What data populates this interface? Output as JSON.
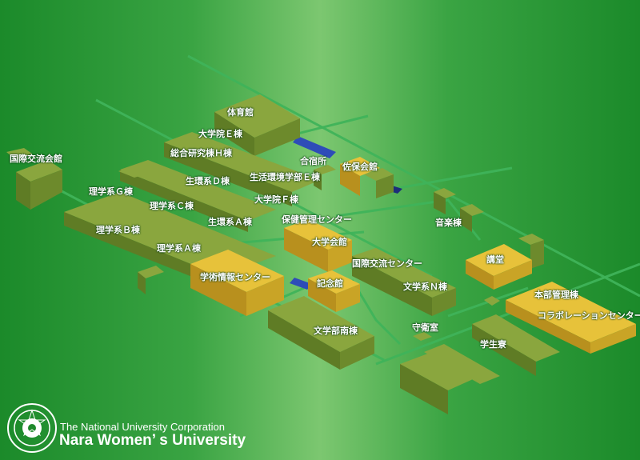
{
  "colors": {
    "bg_edge": "#1b8a2a",
    "bg_center": "#7cc770",
    "building_green_top": "#8aa63e",
    "building_green_side": "#5f7c25",
    "building_yellow_top": "#e7c23a",
    "building_yellow_side": "#b8901e",
    "water": "#2e4cb8"
  },
  "buildings": [
    {
      "id": "gym",
      "label": "体育館",
      "color": "green"
    },
    {
      "id": "grad-e",
      "label": "大学院Ｅ棟",
      "color": "green"
    },
    {
      "id": "research-h",
      "label": "総合研究棟Ｈ棟",
      "color": "green"
    },
    {
      "id": "lodge",
      "label": "合宿所",
      "color": "green"
    },
    {
      "id": "sahokaikan",
      "label": "佐保会館",
      "color": "yellow"
    },
    {
      "id": "intl-kaikan",
      "label": "国際交流会館",
      "color": "green"
    },
    {
      "id": "life-env-e",
      "label": "生活環境学部Ｅ棟",
      "color": "green"
    },
    {
      "id": "sci-g",
      "label": "理学系Ｇ棟",
      "color": "green"
    },
    {
      "id": "bioenv-d",
      "label": "生環系Ｄ棟",
      "color": "green"
    },
    {
      "id": "grad-f",
      "label": "大学院Ｆ棟",
      "color": "green"
    },
    {
      "id": "sci-c",
      "label": "理学系Ｃ棟",
      "color": "green"
    },
    {
      "id": "bioenv-a",
      "label": "生環系Ａ棟",
      "color": "green"
    },
    {
      "id": "health-center",
      "label": "保健管理センター",
      "color": "yellow"
    },
    {
      "id": "music",
      "label": "音楽棟",
      "color": "green"
    },
    {
      "id": "sci-b",
      "label": "理学系Ｂ棟",
      "color": "green"
    },
    {
      "id": "univ-hall",
      "label": "大学会館",
      "color": "yellow"
    },
    {
      "id": "sci-a",
      "label": "理学系Ａ棟",
      "color": "green"
    },
    {
      "id": "auditorium",
      "label": "講堂",
      "color": "yellow"
    },
    {
      "id": "intl-center",
      "label": "国際交流センター",
      "color": "green"
    },
    {
      "id": "info-center",
      "label": "学術情報センター",
      "color": "yellow"
    },
    {
      "id": "memorial",
      "label": "記念館",
      "color": "yellow"
    },
    {
      "id": "lit-n",
      "label": "文学系Ｎ棟",
      "color": "green"
    },
    {
      "id": "admin",
      "label": "本部管理棟",
      "color": "yellow"
    },
    {
      "id": "collab-center",
      "label": "コラボレーションセンター",
      "color": "yellow"
    },
    {
      "id": "guard",
      "label": "守衛室",
      "color": "green"
    },
    {
      "id": "lit-south",
      "label": "文学部南棟",
      "color": "green"
    },
    {
      "id": "dorm",
      "label": "学生寮",
      "color": "green"
    }
  ],
  "logo": {
    "corporation": "The National University Corporation",
    "university": "Nara Women’ s University"
  }
}
